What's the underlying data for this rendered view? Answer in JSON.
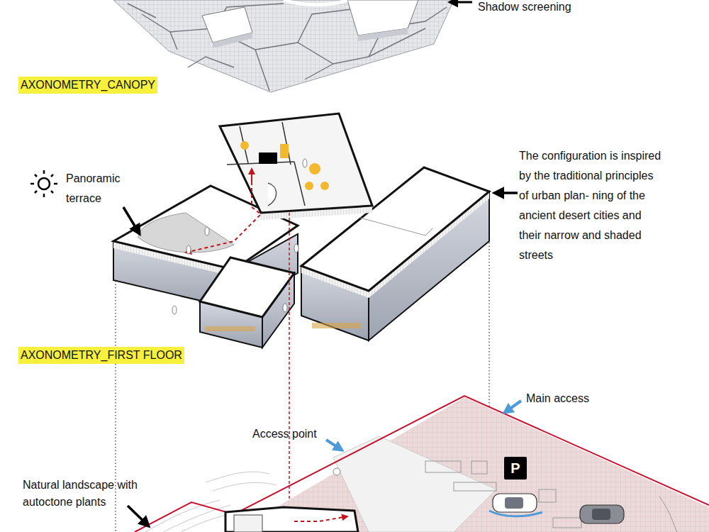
{
  "diagram": {
    "nodes": [
      {
        "text": [
          "AXONOMETRY_CANOPY"
        ]
      },
      {
        "text": [
          "AXONOMETRY_FIRST FLOOR"
        ]
      },
      {
        "text": [
          "P"
        ]
      }
    ],
    "labels": [
      "Shadow screening",
      "Panoramic terrace",
      "The configuration is inspired by the traditional principles of urban plan- ning of the ancient desert cities and their narrow and shaded streets",
      "Main access",
      "Access point",
      "Natural landscape with autoctone plants"
    ]
  }
}
